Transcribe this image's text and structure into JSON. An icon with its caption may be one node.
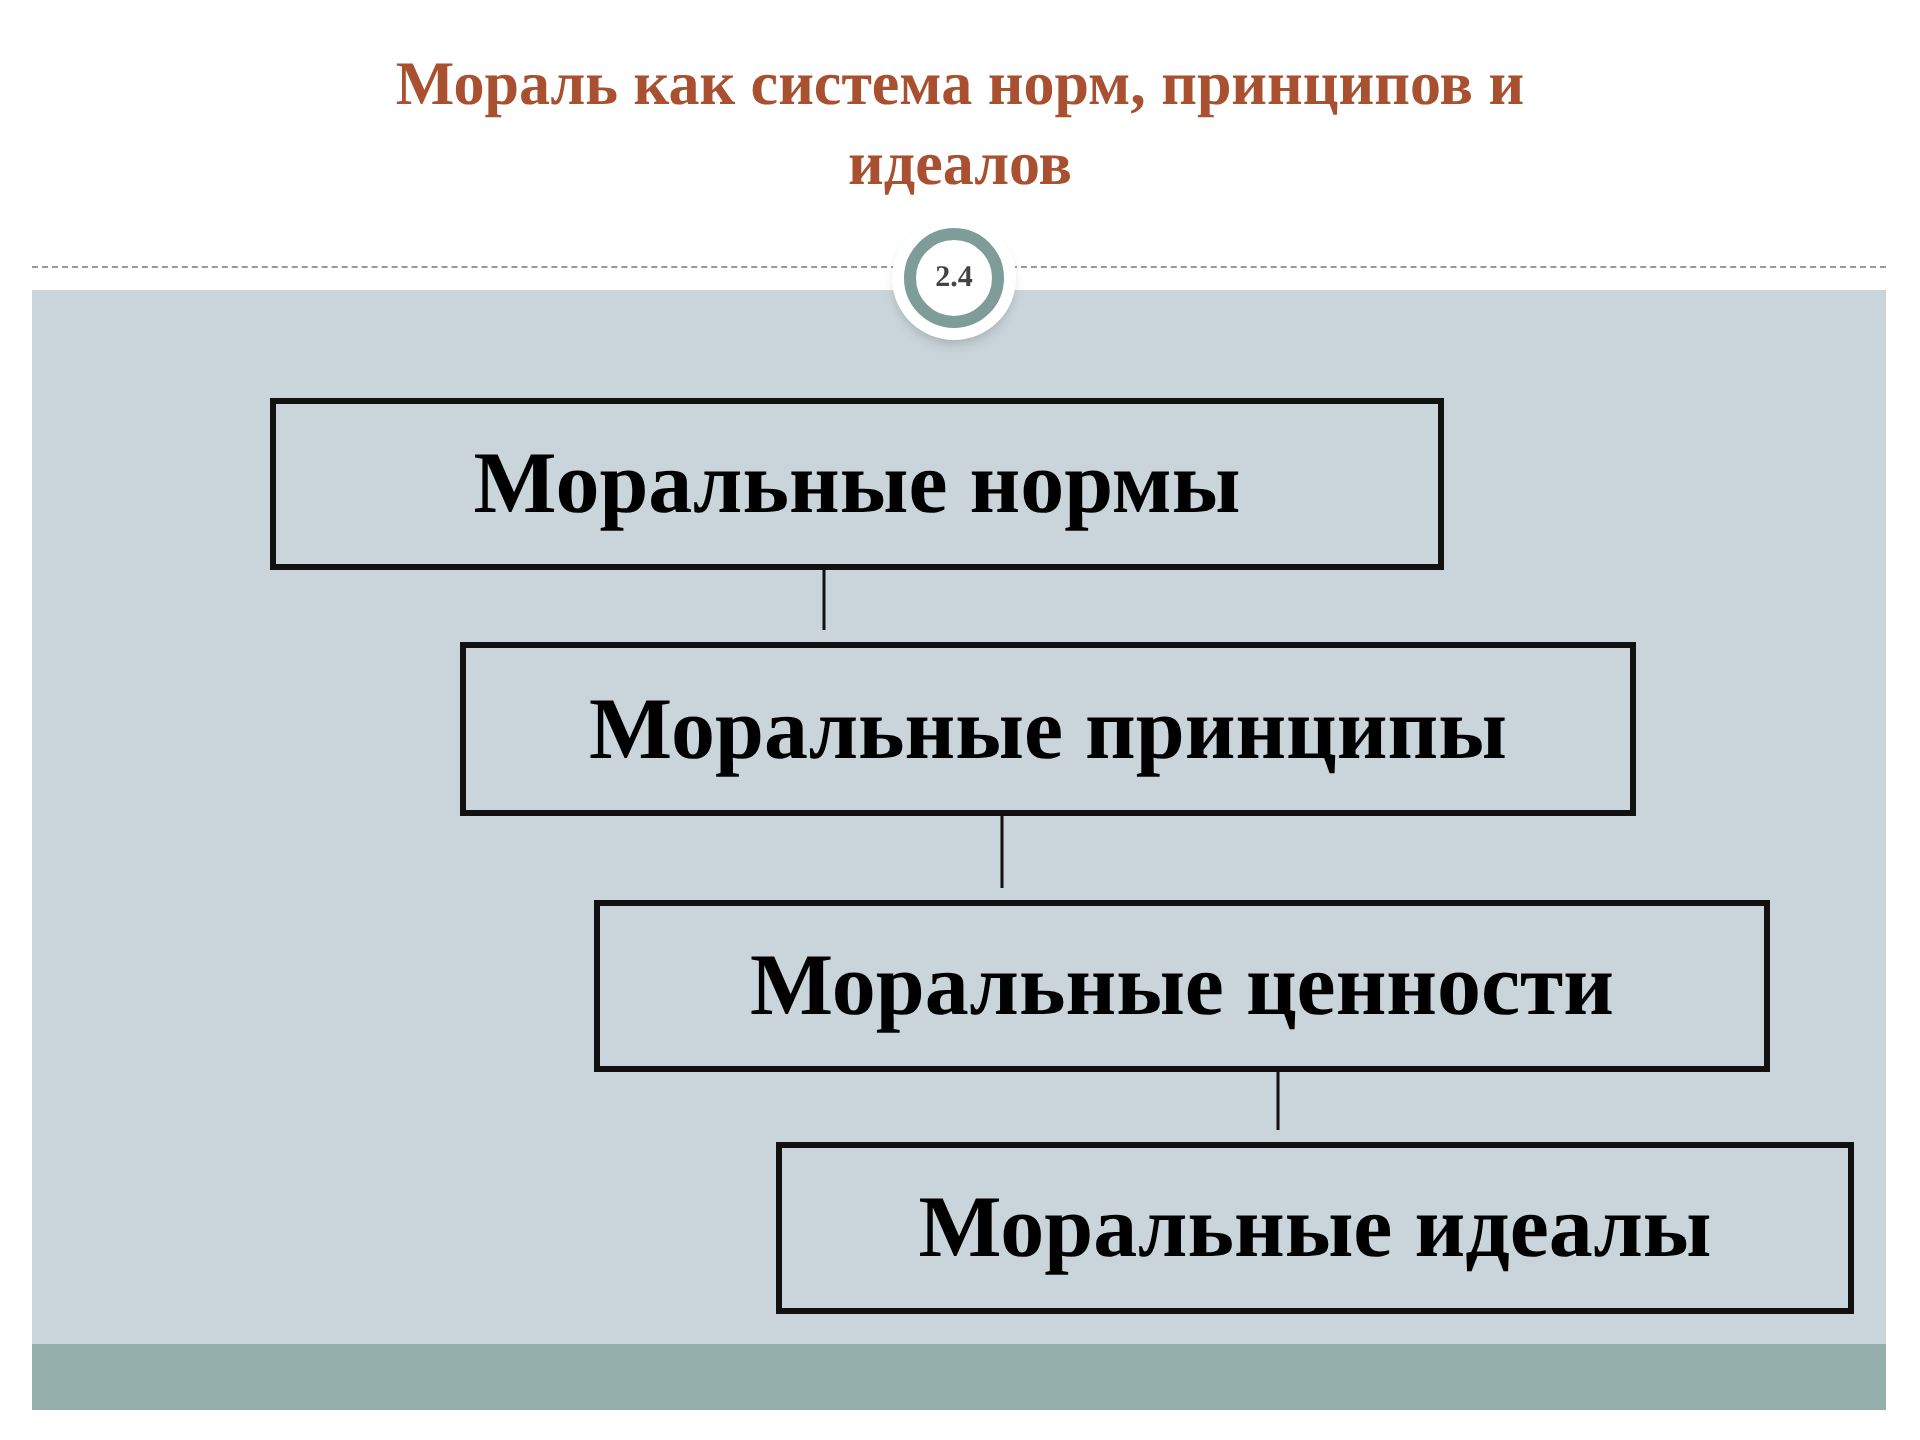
{
  "diagram": {
    "title": "Мораль как система норм, принципов и идеалов",
    "nodes": [
      {
        "text": [
          "Моральные нормы"
        ]
      },
      {
        "text": [
          "Моральные принципы"
        ]
      },
      {
        "text": [
          "Моральные ценности"
        ]
      },
      {
        "text": [
          "Моральные идеалы"
        ]
      }
    ],
    "edges": [
      {
        "from": 0,
        "to": 1,
        "arrow": "none"
      },
      {
        "from": 1,
        "to": 2,
        "arrow": "none"
      },
      {
        "from": 2,
        "to": 3,
        "arrow": "none"
      }
    ],
    "labels": [
      "2.4"
    ]
  }
}
